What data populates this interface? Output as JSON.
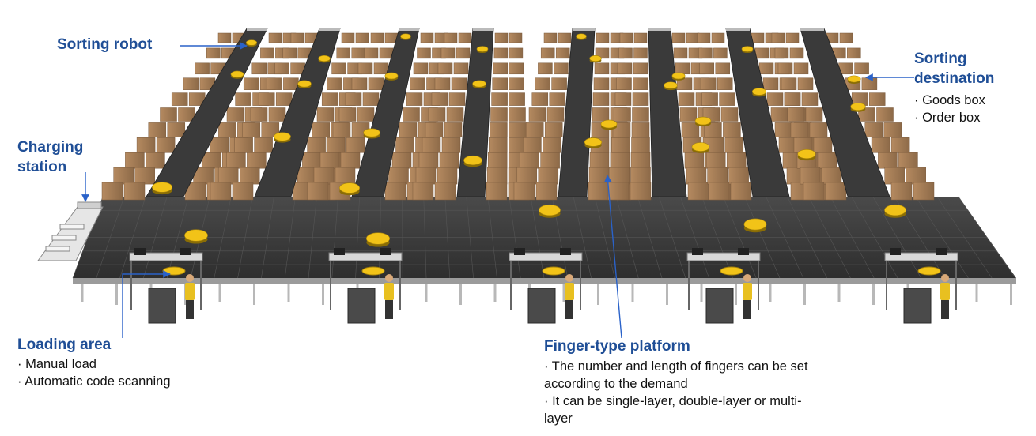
{
  "labels": {
    "sorting_robot": "Sorting robot",
    "charging_station": [
      "Charging",
      "station"
    ],
    "sorting_destination": [
      "Sorting",
      "destination"
    ],
    "loading_area": "Loading area",
    "finger_platform": "Finger-type platform"
  },
  "notes": {
    "destination": [
      "· Goods box",
      "· Order box"
    ],
    "loading": [
      "· Manual load",
      "· Automatic code scanning"
    ],
    "finger": [
      "· The number and length of fingers can be set",
      "according to the demand",
      "· It can be single-layer, double-layer or multi-",
      "layer"
    ]
  },
  "colors": {
    "label": "#1f4e96",
    "belt": "#3a3a3a",
    "box": "#a07a55",
    "robot": "#f2c318",
    "worker_vest": "#e8c020"
  },
  "icons": [
    "conveyor-finger",
    "box",
    "robot",
    "worker",
    "bin",
    "monitor",
    "charging-dock"
  ]
}
